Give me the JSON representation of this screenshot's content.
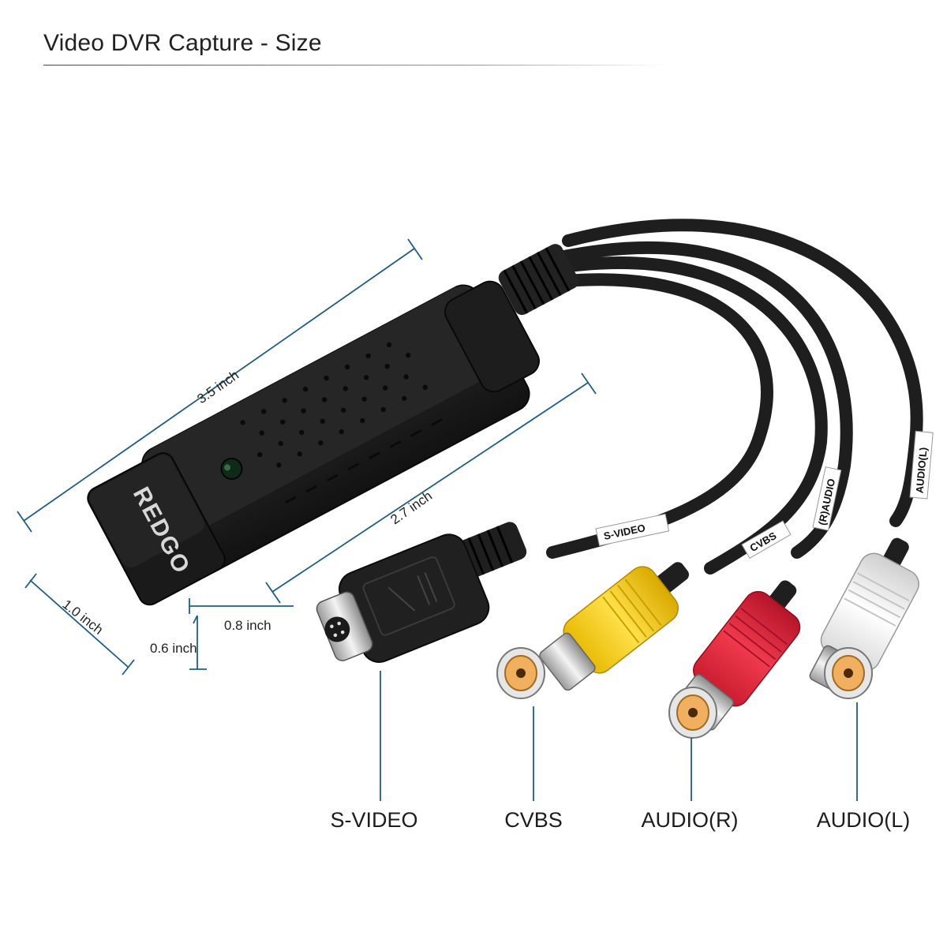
{
  "title": "Video DVR Capture - Size",
  "brand": "REDGO",
  "dimensions": {
    "length_total": "3.5 inch",
    "length_body": "2.7 inch",
    "width": "1.0 inch",
    "height_body": "0.8 inch",
    "height_plug": "0.6 inch"
  },
  "cable_tags": {
    "svideo": "S-VIDEO",
    "cvbs": "CVBS",
    "audio_r": "(R)AUDIO",
    "audio_l": "AUDIO(L)"
  },
  "ports": [
    {
      "label": "S-VIDEO"
    },
    {
      "label": "CVBS"
    },
    {
      "label": "AUDIO(R)"
    },
    {
      "label": "AUDIO(L)"
    }
  ],
  "colors": {
    "dimension_line": "#1f5d86",
    "body": "#1c1c1c",
    "cable": "#1e1e1e",
    "cvbs_plug": "#f2cc1a",
    "audio_r_plug": "#e0263a",
    "audio_l_plug": "#f2f2f2",
    "rca_center": "#e8a04a"
  }
}
